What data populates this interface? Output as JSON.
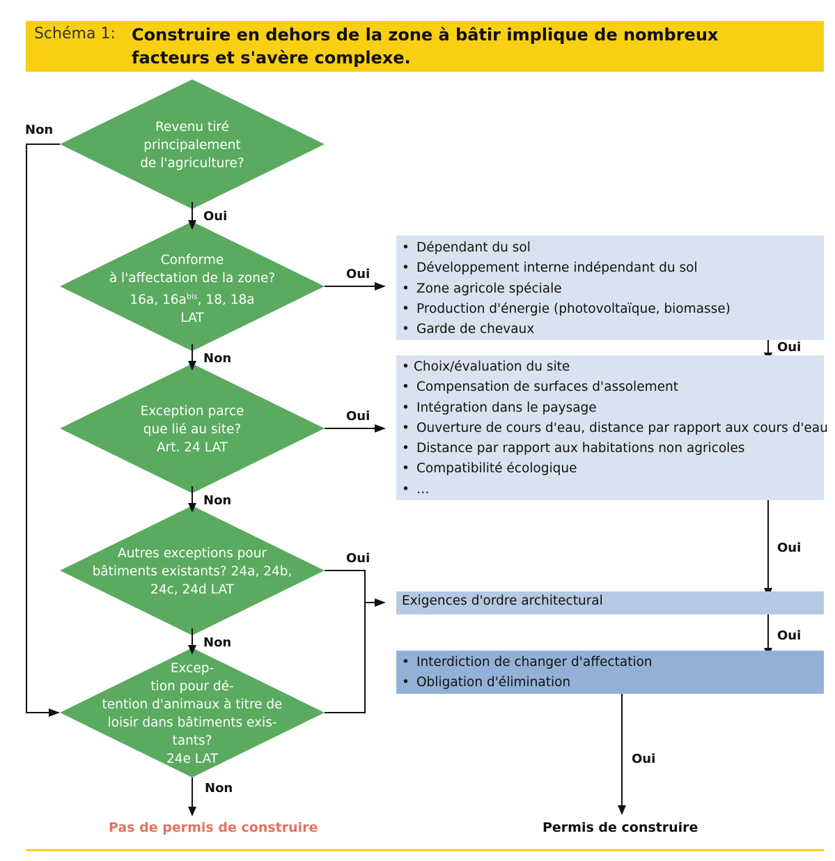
{
  "title": {
    "prefix": "Schéma 1:",
    "text": "Construire en dehors de la zone à bâtir implique de nombreux facteurs et s'avère complexe."
  },
  "decisions": [
    {
      "id": "d1",
      "lines": [
        "Revenu tiré",
        "principalement",
        "de l'agriculture?"
      ]
    },
    {
      "id": "d2",
      "lines": [
        "Conforme",
        "à l'affectation de la zone?",
        "16a, 16a",
        "bis",
        ", 18, 18a",
        "LAT"
      ]
    },
    {
      "id": "d3",
      "lines": [
        "Exception parce",
        "que lié au site?",
        "Art. 24 LAT"
      ]
    },
    {
      "id": "d4",
      "lines": [
        "Autres exceptions pour",
        "bâtiments existants? 24a, 24b,",
        "24c, 24d LAT"
      ]
    },
    {
      "id": "d5",
      "lines": [
        "Excep-",
        "tion pour dé-",
        "tention d'animaux à titre de",
        "loisir dans bâtiments exis-",
        "tants?",
        "24e LAT"
      ]
    }
  ],
  "labels": {
    "non": "Non",
    "oui": "Oui"
  },
  "boxes": {
    "box1": {
      "bullet": "•",
      "items": [
        "Dépendant du sol",
        "Développement interne indépendant du sol",
        "Zone agricole spéciale",
        "Production d'énergie (photovoltaïque, biomasse)",
        "Garde de chevaux"
      ]
    },
    "box2": {
      "bullet": "•",
      "items": [
        "Choix/évaluation du site",
        "Compensation de surfaces d'assolement",
        "Intégration dans le paysage",
        "Ouverture de cours d'eau, distance par rapport aux cours d'eau",
        "Distance par rapport aux habitations non agricoles",
        "Compatibilité écologique",
        "…"
      ]
    },
    "box3": {
      "items": [
        "Exigences d'ordre architectural"
      ]
    },
    "box4": {
      "bullet": "•",
      "items": [
        "Interdiction de changer d'affectation",
        "Obligation d'élimination"
      ]
    }
  },
  "outcomes": {
    "no_permit": "Pas de permis de construire",
    "permit": "Permis de construire"
  },
  "colors": {
    "accent_yellow": "#f9cf13",
    "diamond_green": "#5aaa5f",
    "box_light": "#d9e2ef",
    "box_mid": "#b6c9e2",
    "box_dark": "#93b1d6",
    "no_permit_red": "#e2735f"
  }
}
